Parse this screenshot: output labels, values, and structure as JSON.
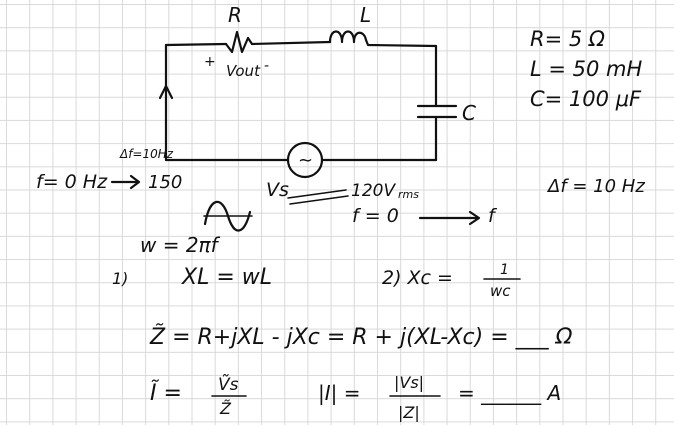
{
  "circuit": {
    "resistor_label": "R",
    "inductor_label": "L",
    "capacitor_label": "C",
    "source_label": "Vs",
    "source_symbol": "~",
    "vout_plus": "+",
    "vout_label": "Vout",
    "vout_minus": "-",
    "source_rms": "120V",
    "source_rms_suffix": "rms"
  },
  "params": {
    "r": "R= 5 Ω",
    "l": "L = 50 mH",
    "c": "C= 100 μF"
  },
  "sweep": {
    "df_small": "Δf=10Hz",
    "f_start": "f= 0 Hz",
    "f_end": "150",
    "freq_sweep": "f = 0",
    "freq_sweep_end": "f",
    "df_right": "Δf = 10 Hz"
  },
  "equations": {
    "omega": "w = 2πf",
    "item1_num": "1)",
    "item1": "XL = wL",
    "item2_prefix": "2) Xc =",
    "item2_num": "1",
    "item2_den": "wc",
    "impedance": "Z̃ = R+jXL - jXc = R + j(XL-Xc) = ___ Ω",
    "current_lhs": "Ĩ =",
    "current_num": "Ṽs",
    "current_den": "Z̃",
    "current_mag": "|I| =",
    "current_mag_num": "|Vs|",
    "current_mag_den": "|Z|",
    "current_result": "= ______ A"
  }
}
